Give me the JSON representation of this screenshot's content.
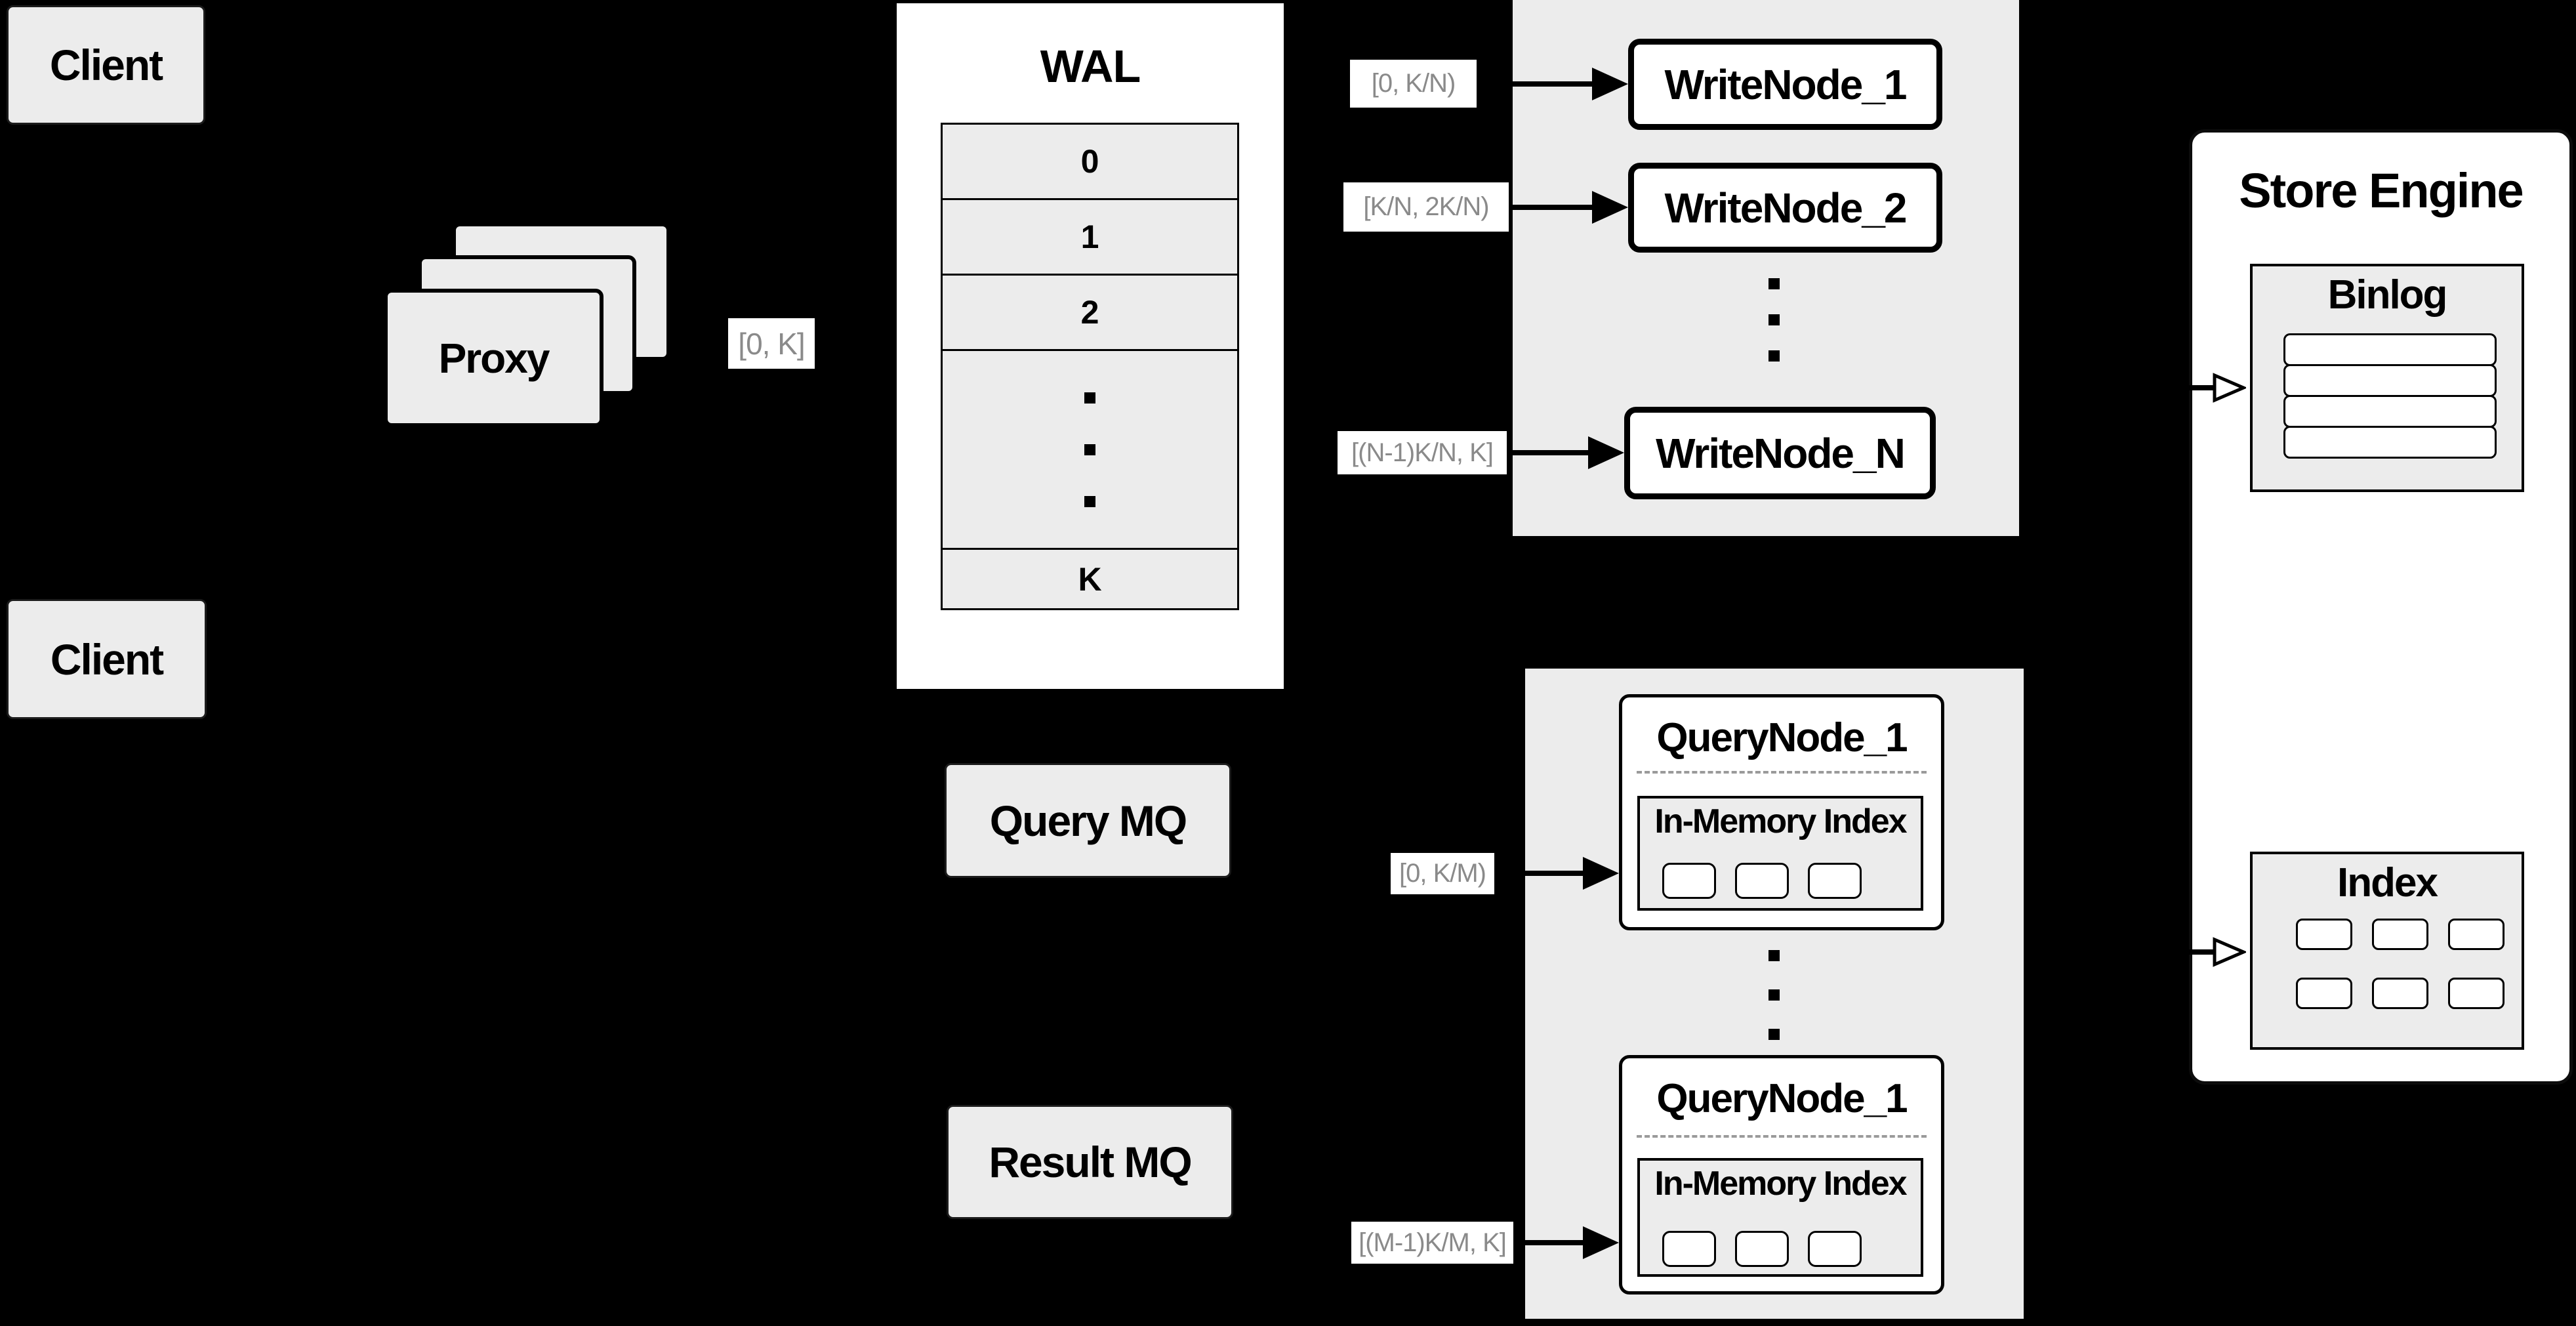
{
  "colors": {
    "background": "#000000",
    "panel_gray": "#ececec",
    "box_white": "#ffffff",
    "stroke_black": "#000000",
    "range_label_text": "#8a8a8a",
    "dashed_divider": "#9a9a9a"
  },
  "clients": {
    "top_label": "Client",
    "bottom_label": "Client"
  },
  "proxy": {
    "label": "Proxy",
    "stack_count": 3
  },
  "client_range_label": "[0, K]",
  "wal": {
    "title": "WAL",
    "rows": [
      "0",
      "1",
      "2"
    ],
    "ellipsis_dots": 3,
    "last_row": "K"
  },
  "write_section": {
    "range_labels": [
      "[0, K/N)",
      "[K/N, 2K/N)",
      "[(N-1)K/N, K]"
    ],
    "nodes": [
      "WriteNode_1",
      "WriteNode_2",
      "WriteNode_N"
    ],
    "ellipsis_dots": 3
  },
  "store_engine": {
    "title": "Store Engine",
    "binlog": {
      "title": "Binlog",
      "row_count": 4
    },
    "index": {
      "title": "Index",
      "cell_rows": 2,
      "cells_per_row": 3
    }
  },
  "queues": {
    "query_label": "Query MQ",
    "result_label": "Result MQ"
  },
  "query_section": {
    "range_labels": [
      "[0, K/M)",
      "[(M-1)K/M, K]"
    ],
    "nodes": [
      {
        "title": "QueryNode_1",
        "inner_title": "In-Memory Index",
        "cell_count": 3
      },
      {
        "title": "QueryNode_1",
        "inner_title": "In-Memory Index",
        "cell_count": 3
      }
    ],
    "ellipsis_dots": 3
  }
}
